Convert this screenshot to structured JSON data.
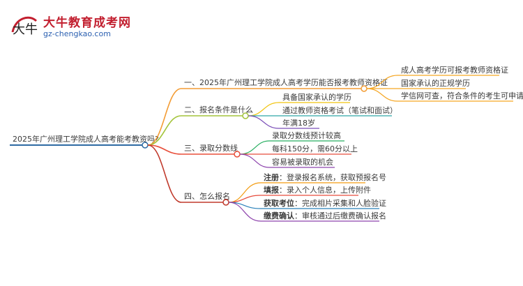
{
  "logo": {
    "mark_text": "大牛",
    "title": "大牛教育成考网",
    "url": "gz-chengkao.com"
  },
  "colors": {
    "root_line": "#2e6aa3",
    "branch1": "#f39c34",
    "branch2": "#a3c43a",
    "branch3": "#e84e3a",
    "branch4": "#c0392b",
    "leaf1": "#f5a623",
    "leaf2a": "#f1c40f",
    "leaf2b": "#2ea8a8",
    "leaf2c": "#7b4fb8",
    "leaf3a": "#27ae60",
    "leaf3b": "#e74c3c",
    "leaf3c": "#8e44ad",
    "leaf4a": "#f39c12",
    "leaf4b": "#e74c3c",
    "leaf4c": "#2980b9",
    "leaf4d": "#8e44ad"
  },
  "root": {
    "label": "2025年广州理工学院成人高考能考教资吗?"
  },
  "branches": [
    {
      "label": "一、2025年广州理工学院成人高考学历能否报考教师资格证",
      "children": [
        {
          "label": "成人高考学历可报考教师资格证"
        },
        {
          "label": "国家承认的正规学历"
        },
        {
          "label": "学信网可查，符合条件的考生可申请"
        }
      ]
    },
    {
      "label": "二、报名条件是什么",
      "children": [
        {
          "label": "具备国家承认的学历"
        },
        {
          "label": "通过教师资格考试（笔试和面试）"
        },
        {
          "label": "年满18岁"
        }
      ]
    },
    {
      "label": "三、录取分数线",
      "children": [
        {
          "label": "录取分数线预计较高"
        },
        {
          "label": "每科150分，需60分以上"
        },
        {
          "label": "容易被录取的机会"
        }
      ]
    },
    {
      "label": "四、怎么报名",
      "children": [
        {
          "bold": "注册",
          "rest": "：登录报名系统，获取预报名号"
        },
        {
          "bold": "填报",
          "rest": "：录入个人信息，上传附件"
        },
        {
          "bold": "获取考位",
          "rest": "：完成相片采集和人脸验证"
        },
        {
          "bold": "缴费确认",
          "rest": "：审核通过后缴费确认报名"
        }
      ]
    }
  ]
}
